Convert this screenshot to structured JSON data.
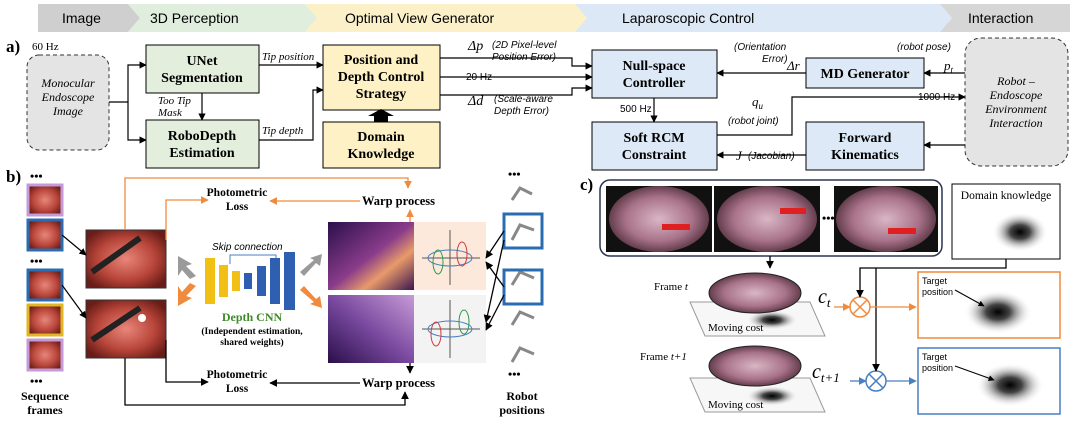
{
  "banner": {
    "stages": [
      "Image",
      "3D Perception",
      "Optimal View Generator",
      "Laparoscopic Control",
      "Interaction"
    ],
    "colors": [
      "#d0d0d0",
      "#dfeedd",
      "#fdf3cf",
      "#dde9f6",
      "#d9d9d9"
    ]
  },
  "panel_a": {
    "label": "a)",
    "rate_60": "60 Hz",
    "input": [
      "Monocular",
      "Endoscope",
      "Image"
    ],
    "unet": [
      "UNet",
      "Segmentation"
    ],
    "robodepth": [
      "RoboDepth",
      "Estimation"
    ],
    "mask": [
      "Too Tip",
      "Mask"
    ],
    "tip_position": "Tip position",
    "tip_depth": "Tip depth",
    "strategy": [
      "Position and",
      "Depth Control",
      "Strategy"
    ],
    "domain": [
      "Domain",
      "Knowledge"
    ],
    "dp_symbol": "Δp",
    "dp_text": [
      "(2D Pixel-level",
      "Position Error)"
    ],
    "rate_20": "20 Hz",
    "dd_symbol": "Δd",
    "dd_text": [
      "(Scale-aware",
      "Depth Error)"
    ],
    "nullspace": [
      "Null-space",
      "Controller"
    ],
    "rate_500": "500 Hz",
    "rcm": [
      "Soft RCM",
      "Constraint"
    ],
    "orientation": [
      "(Orientation",
      "Error)"
    ],
    "dr_symbol": "Δr",
    "md": "MD Generator",
    "robot_pose": "(robot pose)",
    "pt_symbol": "p",
    "pt_sub": "t",
    "rate_1000": "1000 Hz",
    "qu_symbol": "q",
    "qu_sub": "u",
    "robot_joint": "(robot joint)",
    "j_symbol": "J",
    "jacobian": "(Jacobian)",
    "fk": [
      "Forward",
      "Kinematics"
    ],
    "interaction": [
      "Robot –",
      "Endoscope",
      "Environment",
      "Interaction"
    ]
  },
  "panel_b": {
    "label": "b)",
    "dots": "•••",
    "photometric_loss": [
      "Photometric",
      "Loss"
    ],
    "warp": "Warp process",
    "skip": "Skip connection",
    "depth_cnn": "Depth CNN",
    "independent": [
      "(Independent estimation,",
      "shared weights)"
    ],
    "sequence": [
      "Sequence",
      "frames"
    ],
    "robot_positions": [
      "Robot",
      "positions"
    ]
  },
  "panel_c": {
    "label": "c)",
    "domain_knowledge": "Domain knowledge",
    "ellipsis": "•••",
    "frame_t": "Frame ",
    "frame_t_var": "t",
    "frame_t1_var": "t+1",
    "c_symbol": "c",
    "ct_sub": "t",
    "ct1_sub": "t+1",
    "moving_cost": "Moving cost",
    "target": [
      "Target",
      "position"
    ]
  }
}
